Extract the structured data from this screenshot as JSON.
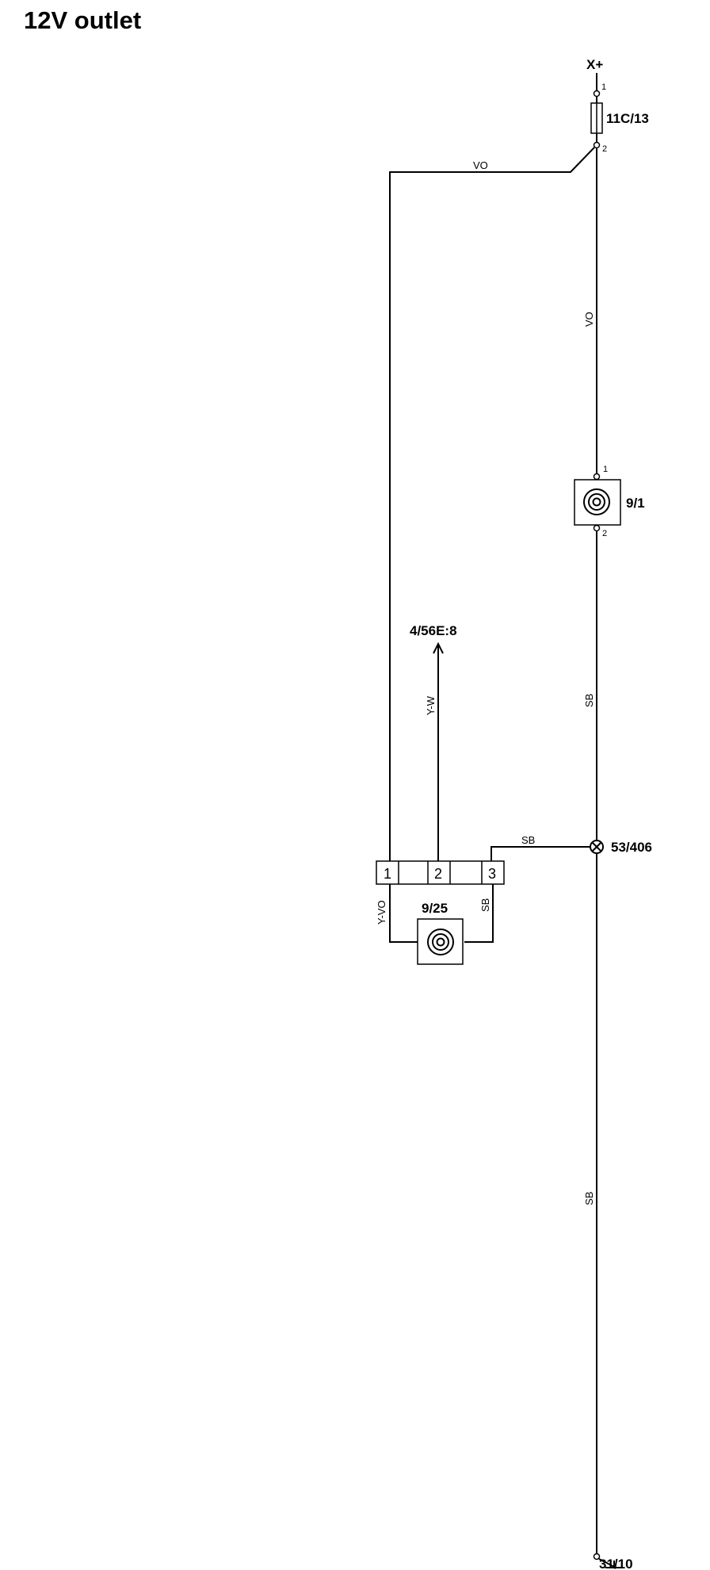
{
  "title": "12V outlet",
  "supply": {
    "label": "X+",
    "pin_top": "1",
    "pin_bottom": "2"
  },
  "fuse": {
    "label": "11C/13"
  },
  "outlet_main": {
    "label": "9/1",
    "pin_top": "1",
    "pin_bottom": "2"
  },
  "outlet_secondary": {
    "label": "9/25"
  },
  "connector": {
    "pins": [
      "1",
      "2",
      "3"
    ]
  },
  "reference": {
    "label": "4/56E:8"
  },
  "splice": {
    "label": "53/406"
  },
  "ground": {
    "label": "31/10"
  },
  "wires": {
    "vo_horizontal": "VO",
    "vo_vertical": "VO",
    "sb_upper": "SB",
    "sb_lower": "SB",
    "sb_branch": "SB",
    "y_w": "Y-W",
    "y_vo": "Y-VO",
    "sb_outlet": "SB"
  },
  "colors": {
    "line": "#000000",
    "background": "#ffffff"
  }
}
